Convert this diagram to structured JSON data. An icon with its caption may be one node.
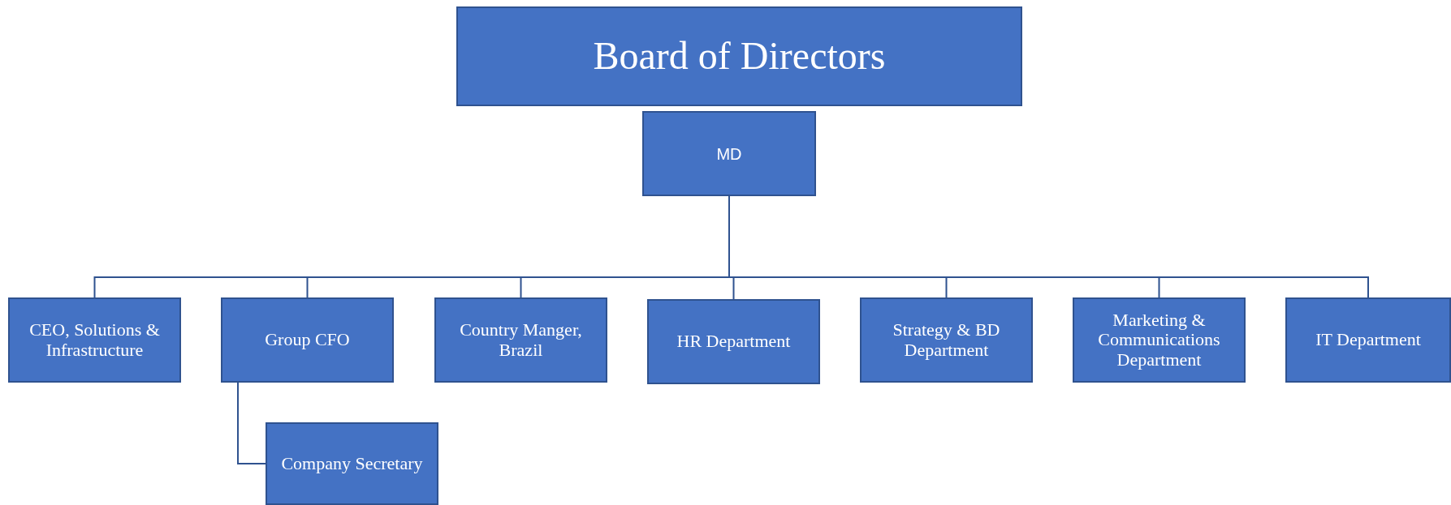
{
  "diagram": {
    "nodes": [
      {
        "text": [
          "Board of Directors"
        ]
      },
      {
        "text": [
          "MD"
        ]
      },
      {
        "text": [
          "CEO, Solutions & Infrastructure"
        ]
      },
      {
        "text": [
          "Group CFO"
        ]
      },
      {
        "text": [
          "Country Manger, Brazil"
        ]
      },
      {
        "text": [
          "HR Department"
        ]
      },
      {
        "text": [
          "Strategy & BD Department"
        ]
      },
      {
        "text": [
          "Marketing & Communications Department"
        ]
      },
      {
        "text": [
          "IT Department"
        ]
      },
      {
        "text": [
          "Company Secretary"
        ]
      }
    ],
    "edges": [
      {
        "from": 1,
        "to": 2,
        "arrow": "none"
      },
      {
        "from": 1,
        "to": 3,
        "arrow": "none"
      },
      {
        "from": 1,
        "to": 4,
        "arrow": "none"
      },
      {
        "from": 1,
        "to": 5,
        "arrow": "none"
      },
      {
        "from": 1,
        "to": 6,
        "arrow": "none"
      },
      {
        "from": 1,
        "to": 7,
        "arrow": "none"
      },
      {
        "from": 1,
        "to": 8,
        "arrow": "none"
      },
      {
        "from": 3,
        "to": 9,
        "arrow": "none"
      }
    ]
  }
}
